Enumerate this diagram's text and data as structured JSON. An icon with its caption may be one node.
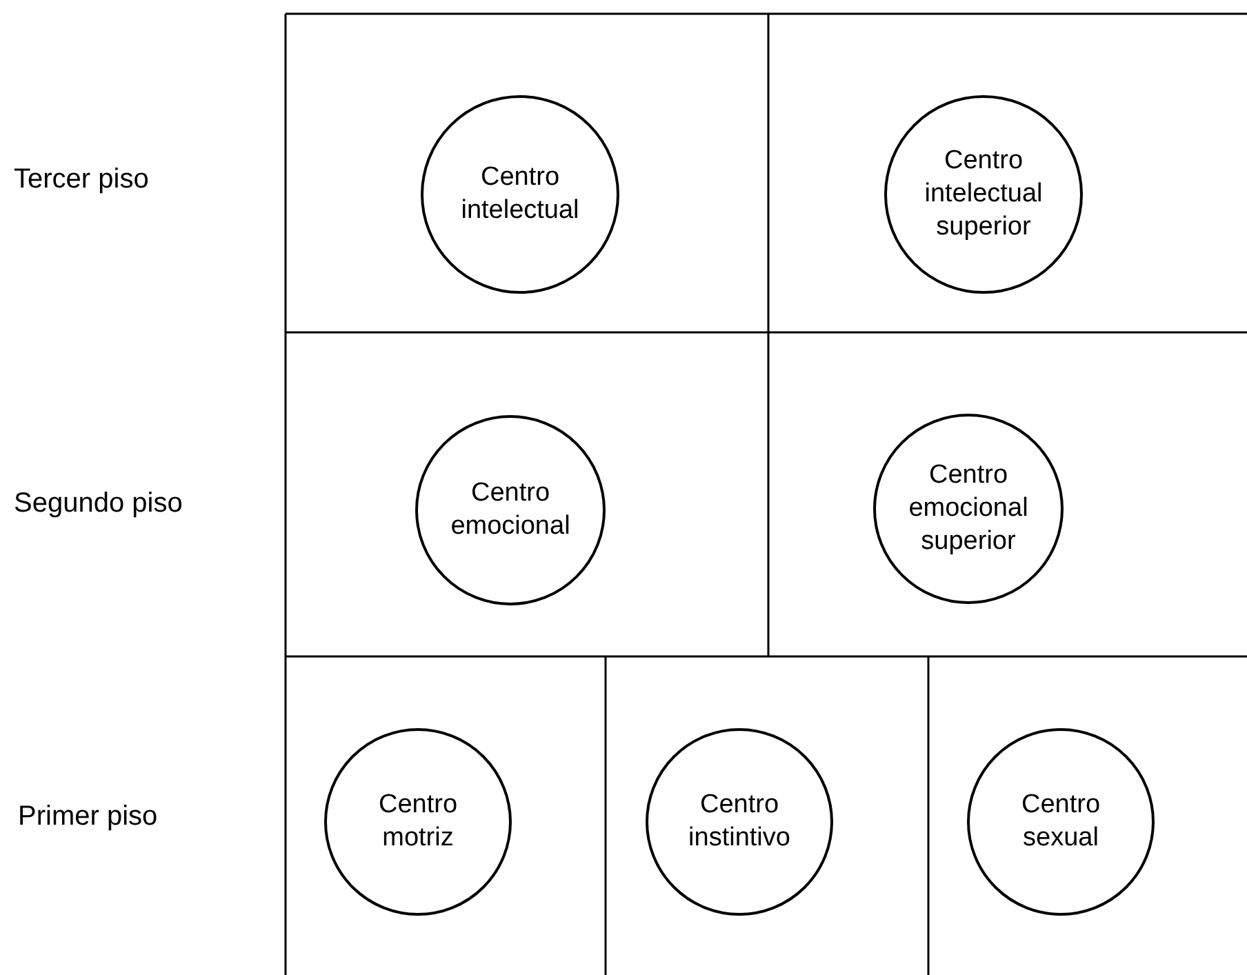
{
  "diagram": {
    "nodes": [
      {
        "text": [
          "Centro intelectual"
        ]
      },
      {
        "text": [
          "Centro intelectual superior"
        ]
      },
      {
        "text": [
          "Centro emocional"
        ]
      },
      {
        "text": [
          "Centro emocional superior"
        ]
      },
      {
        "text": [
          "Centro motriz"
        ]
      },
      {
        "text": [
          "Centro instintivo"
        ]
      },
      {
        "text": [
          "Centro sexual"
        ]
      }
    ],
    "labels": [
      "Tercer piso",
      "Segundo piso",
      "Primer piso"
    ]
  }
}
